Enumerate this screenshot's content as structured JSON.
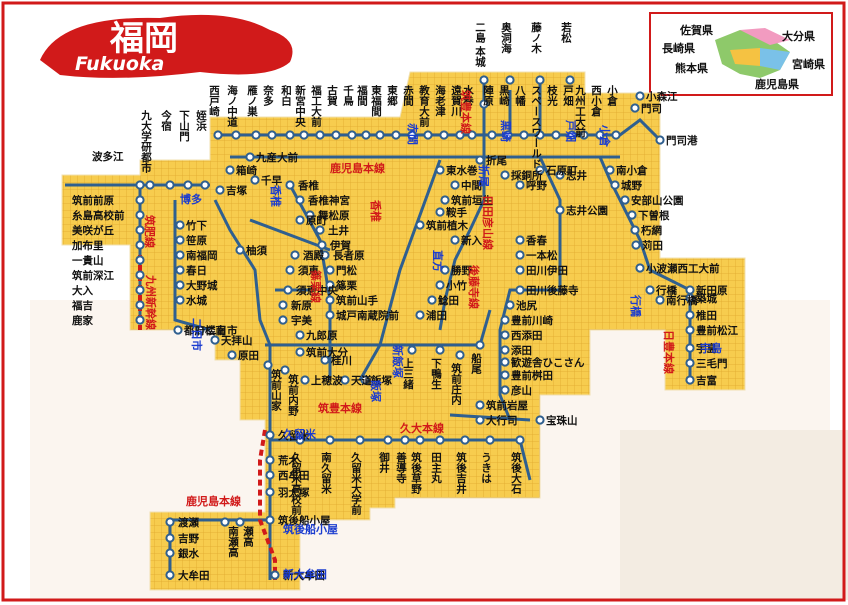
{
  "title": {
    "kanji": "福岡",
    "roman": "Fukuoka"
  },
  "colors": {
    "region": "#f7cc4e",
    "line": "#2f5f8f",
    "accent": "#d11a1a",
    "blue": "#1b3ccf"
  },
  "prefectures": [
    "佐賀県",
    "大分県",
    "長崎県",
    "熊本県",
    "宮崎県",
    "鹿児島県"
  ],
  "lines": {
    "kagoshima1": "鹿児島本線",
    "kagoshima2": "鹿児島本線",
    "chikuho": "筑豊本線",
    "chikuhi": "筑肥線",
    "kyushu_shinkansen": "九州新幹線",
    "kashii": "香椎",
    "sasaguri": "篠栗線",
    "chikuho2": "筑豊本線",
    "iizuka": "飯塚",
    "shinkiyo": "新飯塚",
    "gotoji": "後藤寺線",
    "hitahiko": "日田彦山線",
    "nippo": "日豊本線",
    "kyudai": "久大本線",
    "nogata": "直方",
    "orio": "折尾",
    "kurosaki": "黒崎",
    "tobata": "戸畑",
    "kokura": "小倉",
    "akama": "赤間",
    "hakata": "博多",
    "futsukaichi": "二日市",
    "kurume": "久留米",
    "yukuhashi": "行橋",
    "usa": "宇島",
    "chikugo_funagoya": "筑後船小屋",
    "shin_omuta": "新大牟田"
  },
  "stations": {
    "top_row": [
      "西戸崎",
      "海ノ中道",
      "雁ノ巣",
      "奈多",
      "和白",
      "新宮中央",
      "福工大前",
      "古賀",
      "千鳥",
      "福間",
      "東福間",
      "東郷",
      "赤間",
      "教育大前",
      "海老津",
      "遠賀川",
      "水巻",
      "陣原",
      "黒崎",
      "八幡",
      "スペースワールド",
      "枝光",
      "戸畑",
      "九州工大前",
      "西小倉",
      "小倉"
    ],
    "chikuho_top": [
      "若松",
      "藤ノ木",
      "奥洞海",
      "二島",
      "本城"
    ],
    "west": [
      "九大学研都市",
      "今宿",
      "下山門",
      "姪浜",
      "波多江",
      "筑前前原",
      "糸島高校前",
      "美咲が丘",
      "加布里",
      "一貴山",
      "筑前深江",
      "大入",
      "福吉",
      "鹿家"
    ],
    "kashii_line": [
      "香椎",
      "香椎神宮",
      "舞松原",
      "土井",
      "伊賀",
      "長者原",
      "酒殿",
      "須恵",
      "須恵中央",
      "新原",
      "宇美"
    ],
    "sasaguri_line": [
      "門松",
      "篠栗",
      "筑前山手",
      "城戸南蔵院前",
      "九郎原",
      "筑前大分",
      "桂川",
      "上穂波",
      "天道",
      "飯塚"
    ],
    "central": [
      "九産大前",
      "箱崎",
      "吉塚",
      "柚須",
      "千早",
      "原町",
      "竹下",
      "笹原",
      "南福岡",
      "春日",
      "大野城",
      "水城",
      "都府楼南",
      "天拝山",
      "原田",
      "二日市"
    ],
    "chikuho_mid": [
      "中間",
      "筑前垣生",
      "鞍手",
      "筑前植木",
      "新入",
      "勝野",
      "小竹",
      "鯰田",
      "浦田",
      "東水巻",
      "折尾"
    ],
    "hitahiko_line": [
      "採銅所",
      "呼野",
      "石原町",
      "志井",
      "志井公園",
      "香春",
      "一本松",
      "田川伊田",
      "田川後藤寺",
      "池尻",
      "豊前川崎",
      "西添田",
      "添田",
      "歓遊舎ひこさん",
      "豊前桝田",
      "彦山",
      "筑前岩屋",
      "大行司",
      "宝珠山"
    ],
    "gotoji_line": [
      "下鴨生",
      "船尾",
      "上三緒",
      "筑前庄内"
    ],
    "nippo_line": [
      "南小倉",
      "城野",
      "安部山公園",
      "下曽根",
      "朽網",
      "苅田",
      "小波瀬西工大前",
      "行橋",
      "南行橋",
      "新田原",
      "築城",
      "椎田",
      "豊前松江",
      "宇島",
      "三毛門",
      "吉富",
      "門司",
      "小森江",
      "門司港"
    ],
    "south": [
      "筑前山家",
      "筑前内野",
      "久留米",
      "荒木",
      "西牟田",
      "羽犬塚",
      "筑後船小屋",
      "瀬高",
      "南瀬高",
      "渡瀬",
      "吉野",
      "銀水",
      "大牟田",
      "新大牟田"
    ],
    "kyudai_line": [
      "久留米高校前",
      "南久留米",
      "久留米大学前",
      "御井",
      "善導寺",
      "筑後草野",
      "田主丸",
      "筑後吉井",
      "うきは",
      "筑後大石"
    ]
  }
}
